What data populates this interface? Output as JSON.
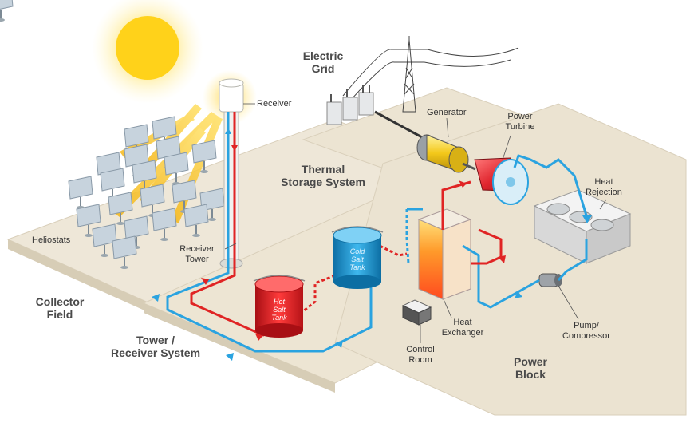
{
  "labels": {
    "receiver": "Receiver",
    "heliostats": "Heliostats",
    "receiver_tower": [
      "Receiver",
      "Tower"
    ],
    "generator": "Generator",
    "power_turbine": [
      "Power",
      "Turbine"
    ],
    "heat_rejection": [
      "Heat",
      "Rejection"
    ],
    "heat_exchanger": [
      "Heat",
      "Exchanger"
    ],
    "control_room": [
      "Control",
      "Room"
    ],
    "pump_compressor": [
      "Pump/",
      "Compressor"
    ]
  },
  "sections": {
    "electric_grid": [
      "Electric",
      "Grid"
    ],
    "thermal_storage": [
      "Thermal",
      "Storage System"
    ],
    "collector_field": [
      "Collector",
      "Field"
    ],
    "tower_receiver": [
      "Tower /",
      "Receiver System"
    ],
    "power_block": [
      "Power",
      "Block"
    ]
  },
  "tanks": {
    "hot": [
      "Hot",
      "Salt",
      "Tank"
    ],
    "cold": [
      "Cold",
      "Salt",
      "Tank"
    ]
  },
  "colors": {
    "hot_line": "#e02424",
    "cold_line": "#2aa3e0",
    "sun": "#ffd21a",
    "ray": "#f5c21a",
    "platform": "#ece4d4"
  }
}
